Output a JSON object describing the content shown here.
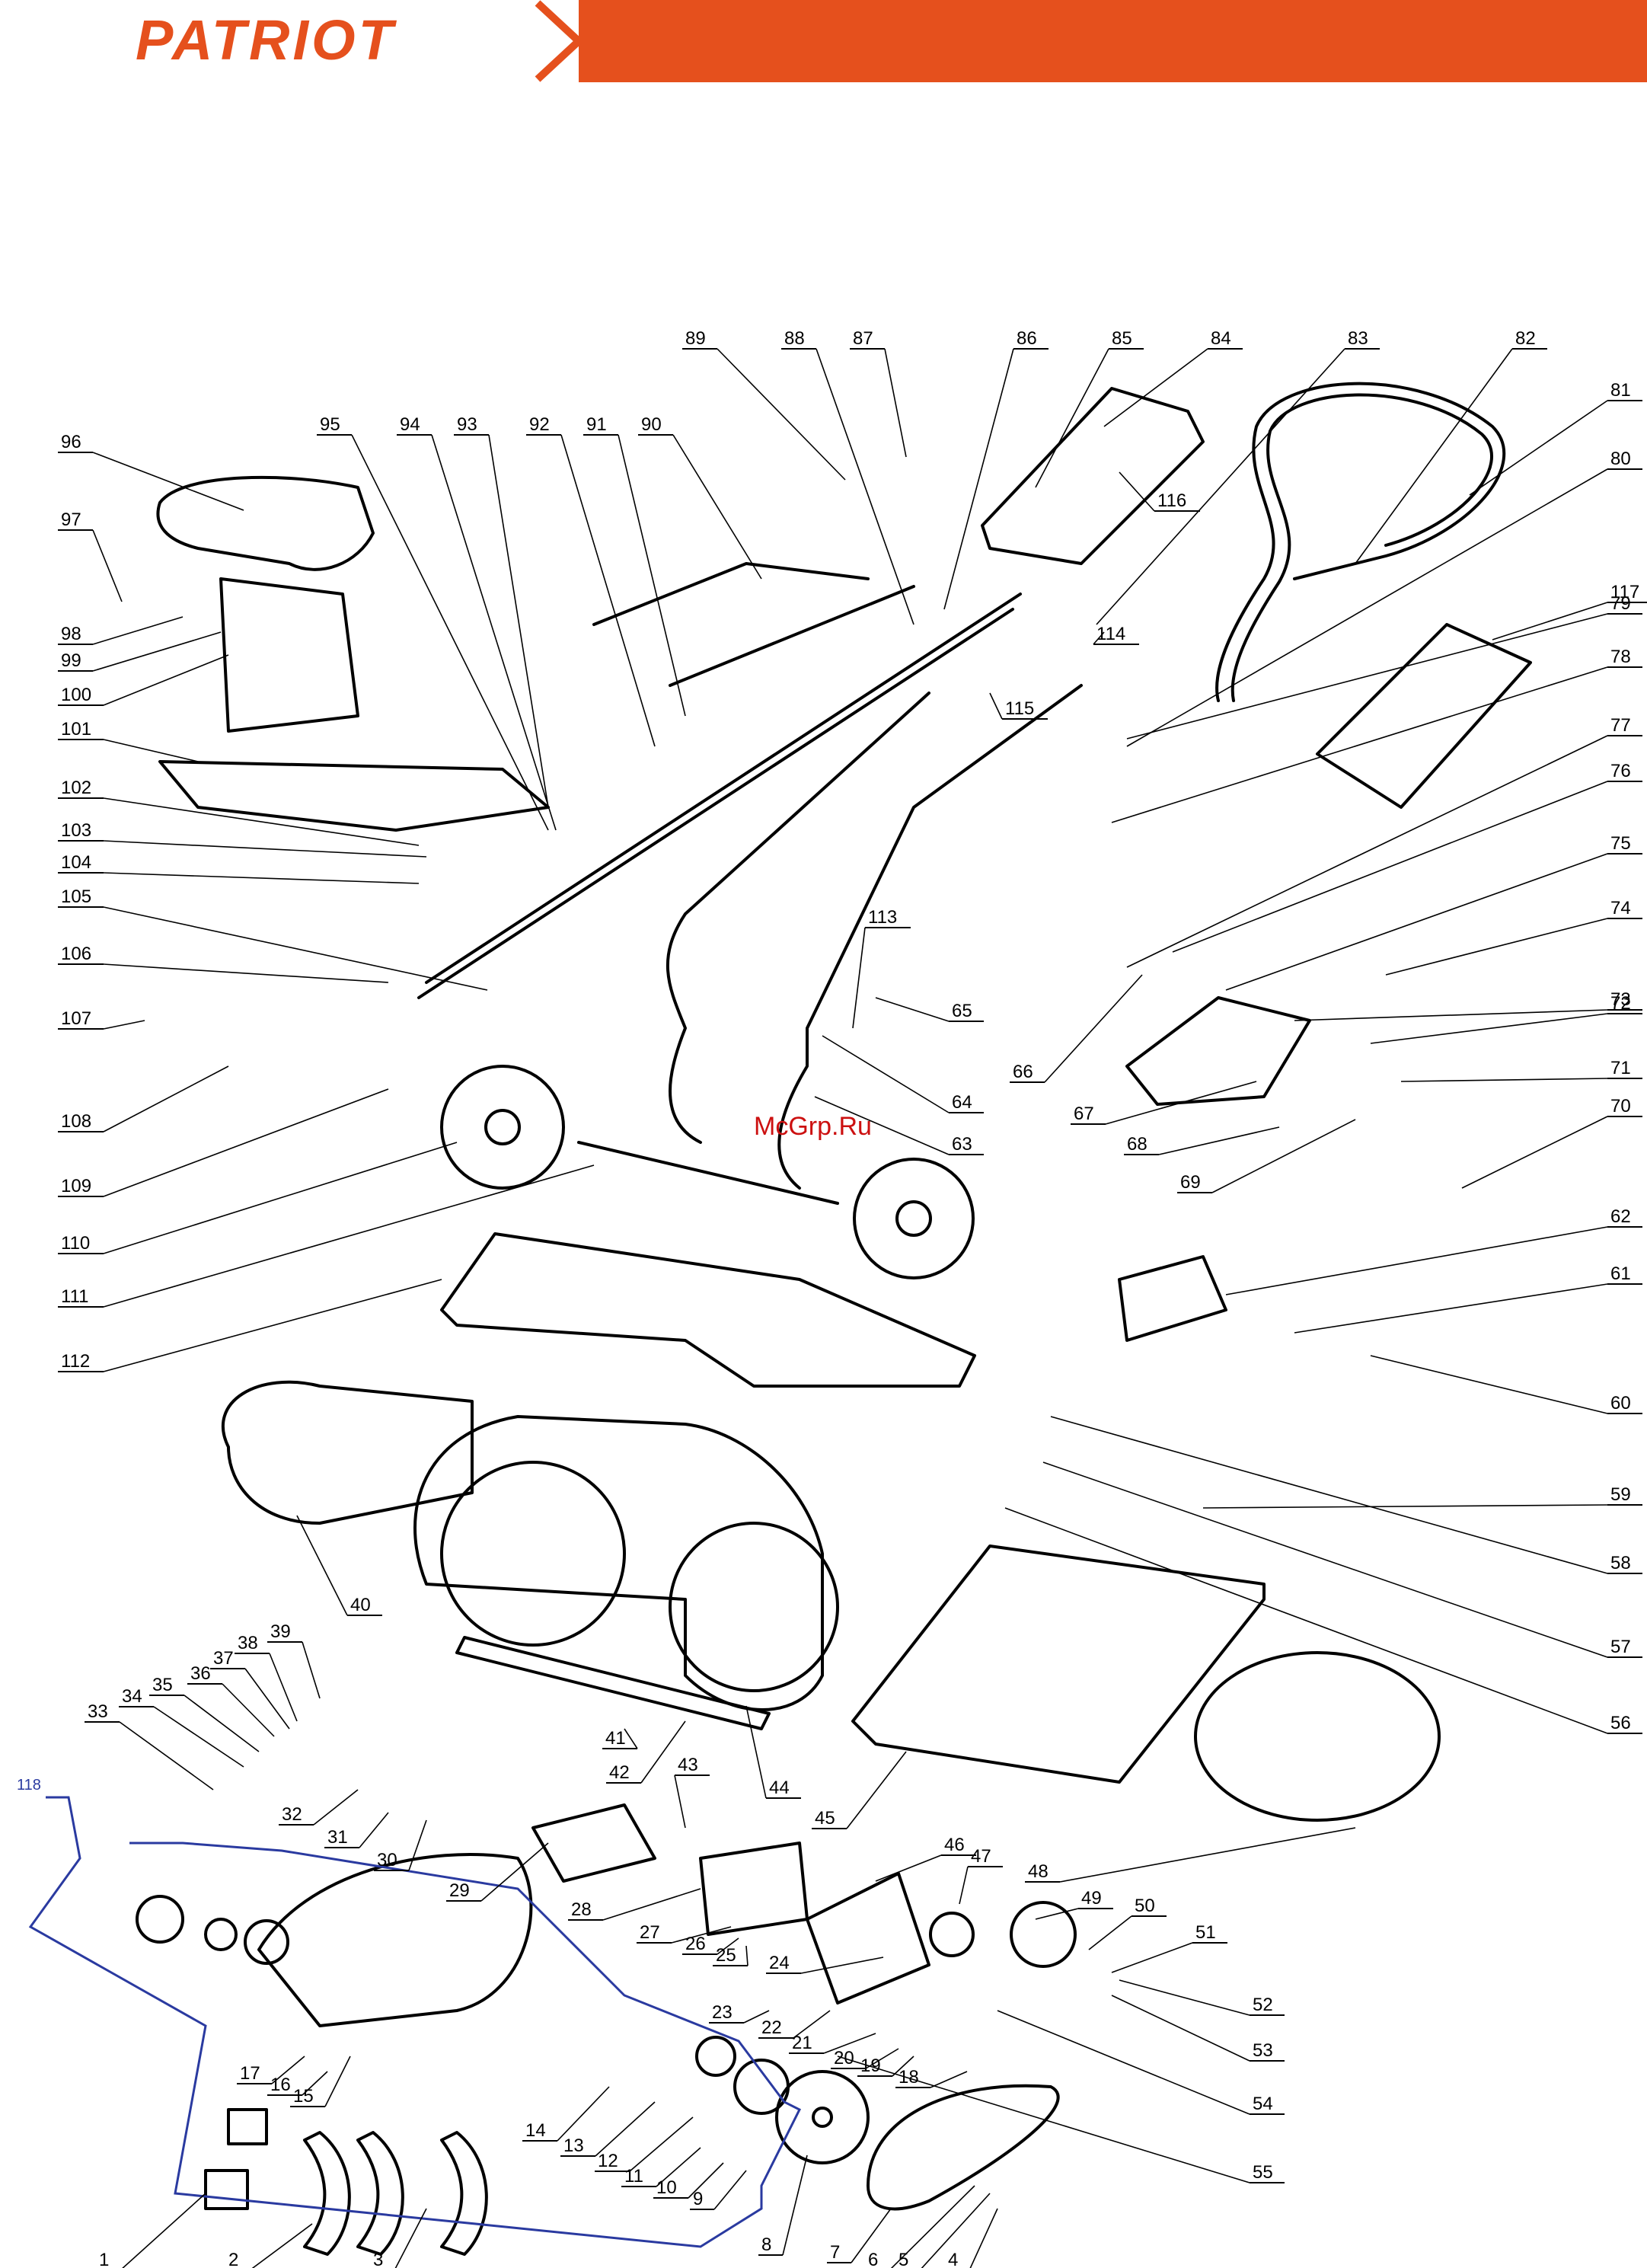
{
  "header": {
    "brand": "PATRIOT"
  },
  "watermark": "McGrp.Ru",
  "group_label": "118",
  "callouts": [
    "89",
    "88",
    "87",
    "86",
    "85",
    "84",
    "83",
    "82",
    "81",
    "80",
    "96",
    "95",
    "94",
    "93",
    "92",
    "91",
    "90",
    "116",
    "97",
    "98",
    "99",
    "100",
    "101",
    "102",
    "103",
    "104",
    "105",
    "106",
    "107",
    "108",
    "109",
    "110",
    "111",
    "112",
    "113",
    "114",
    "115",
    "117",
    "79",
    "78",
    "77",
    "76",
    "75",
    "74",
    "73",
    "72",
    "71",
    "70",
    "69",
    "68",
    "67",
    "66",
    "65",
    "64",
    "63",
    "62",
    "61",
    "60",
    "59",
    "58",
    "57",
    "56",
    "40",
    "39",
    "38",
    "37",
    "36",
    "35",
    "34",
    "33",
    "32",
    "31",
    "30",
    "29",
    "28",
    "27",
    "26",
    "25",
    "24",
    "23",
    "22",
    "21",
    "20",
    "19",
    "18",
    "17",
    "16",
    "15",
    "14",
    "13",
    "12",
    "11",
    "10",
    "9",
    "8",
    "7",
    "6",
    "5",
    "4",
    "3",
    "2",
    "1",
    "41",
    "42",
    "43",
    "44",
    "45",
    "46",
    "47",
    "48",
    "49",
    "50",
    "51",
    "52",
    "53",
    "54",
    "55"
  ]
}
